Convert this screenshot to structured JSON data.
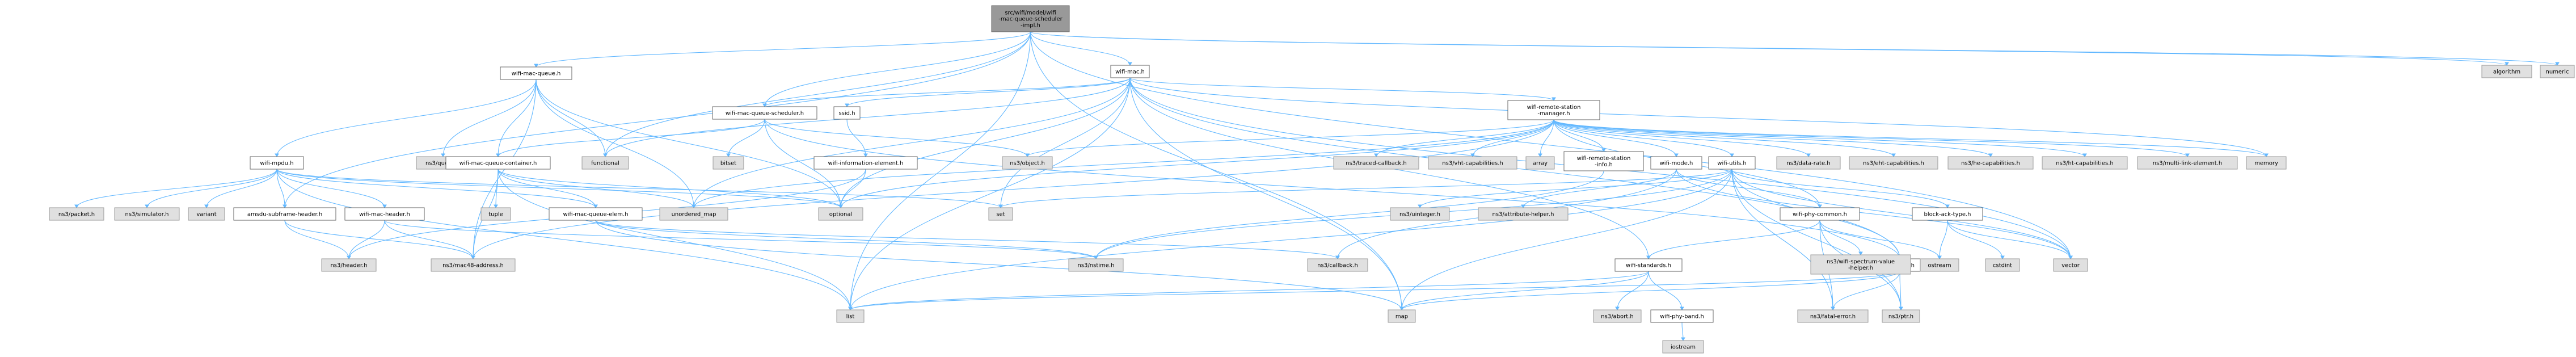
{
  "nodes": [
    {
      "id": "root",
      "lines": [
        "src/wifi/model/wifi",
        "-mac-queue-scheduler",
        "-impl.h"
      ],
      "kind": "root"
    },
    {
      "id": "wifi-mac",
      "lines": [
        "wifi-mac.h"
      ],
      "kind": "local"
    },
    {
      "id": "wifi-mac-queue",
      "lines": [
        "wifi-mac-queue.h"
      ],
      "kind": "local"
    },
    {
      "id": "wifi-mac-queue-scheduler",
      "lines": [
        "wifi-mac-queue-scheduler.h"
      ],
      "kind": "local"
    },
    {
      "id": "ssid",
      "lines": [
        "ssid.h"
      ],
      "kind": "local"
    },
    {
      "id": "wifi-remote-station-manager",
      "lines": [
        "wifi-remote-station",
        "-manager.h"
      ],
      "kind": "local"
    },
    {
      "id": "algorithm",
      "lines": [
        "algorithm"
      ],
      "kind": "external"
    },
    {
      "id": "numeric",
      "lines": [
        "numeric"
      ],
      "kind": "external"
    },
    {
      "id": "wifi-mpdu",
      "lines": [
        "wifi-mpdu.h"
      ],
      "kind": "local"
    },
    {
      "id": "ns3-queue",
      "lines": [
        "ns3/queue.h"
      ],
      "kind": "external"
    },
    {
      "id": "wifi-mac-queue-container",
      "lines": [
        "wifi-mac-queue-container.h"
      ],
      "kind": "local"
    },
    {
      "id": "functional",
      "lines": [
        "functional"
      ],
      "kind": "external"
    },
    {
      "id": "bitset",
      "lines": [
        "bitset"
      ],
      "kind": "external"
    },
    {
      "id": "wifi-information-element",
      "lines": [
        "wifi-information-element.h"
      ],
      "kind": "local"
    },
    {
      "id": "ns3-object",
      "lines": [
        "ns3/object.h"
      ],
      "kind": "external"
    },
    {
      "id": "ns3-traced-callback",
      "lines": [
        "ns3/traced-callback.h"
      ],
      "kind": "external"
    },
    {
      "id": "ns3-vht-capabilities",
      "lines": [
        "ns3/vht-capabilities.h"
      ],
      "kind": "external"
    },
    {
      "id": "array",
      "lines": [
        "array"
      ],
      "kind": "external"
    },
    {
      "id": "wifi-remote-station-info",
      "lines": [
        "wifi-remote-station",
        "-info.h"
      ],
      "kind": "local"
    },
    {
      "id": "wifi-mode",
      "lines": [
        "wifi-mode.h"
      ],
      "kind": "local"
    },
    {
      "id": "wifi-utils",
      "lines": [
        "wifi-utils.h"
      ],
      "kind": "local"
    },
    {
      "id": "ns3-data-rate",
      "lines": [
        "ns3/data-rate.h"
      ],
      "kind": "external"
    },
    {
      "id": "ns3-eht-capabilities",
      "lines": [
        "ns3/eht-capabilities.h"
      ],
      "kind": "external"
    },
    {
      "id": "ns3-he-capabilities",
      "lines": [
        "ns3/he-capabilities.h"
      ],
      "kind": "external"
    },
    {
      "id": "ns3-ht-capabilities",
      "lines": [
        "ns3/ht-capabilities.h"
      ],
      "kind": "external"
    },
    {
      "id": "ns3-multi-link-element",
      "lines": [
        "ns3/multi-link-element.h"
      ],
      "kind": "external"
    },
    {
      "id": "memory",
      "lines": [
        "memory"
      ],
      "kind": "external"
    },
    {
      "id": "ns3-packet",
      "lines": [
        "ns3/packet.h"
      ],
      "kind": "external"
    },
    {
      "id": "ns3-simulator",
      "lines": [
        "ns3/simulator.h"
      ],
      "kind": "external"
    },
    {
      "id": "variant",
      "lines": [
        "variant"
      ],
      "kind": "external"
    },
    {
      "id": "amsdu-subframe-header",
      "lines": [
        "amsdu-subframe-header.h"
      ],
      "kind": "local"
    },
    {
      "id": "wifi-mac-header",
      "lines": [
        "wifi-mac-header.h"
      ],
      "kind": "local"
    },
    {
      "id": "tuple",
      "lines": [
        "tuple"
      ],
      "kind": "external"
    },
    {
      "id": "wifi-mac-queue-elem",
      "lines": [
        "wifi-mac-queue-elem.h"
      ],
      "kind": "local"
    },
    {
      "id": "unordered_map",
      "lines": [
        "unordered_map"
      ],
      "kind": "external"
    },
    {
      "id": "optional",
      "lines": [
        "optional"
      ],
      "kind": "external"
    },
    {
      "id": "set",
      "lines": [
        "set"
      ],
      "kind": "external"
    },
    {
      "id": "ns3-uinteger",
      "lines": [
        "ns3/uinteger.h"
      ],
      "kind": "external"
    },
    {
      "id": "ns3-attribute-helper",
      "lines": [
        "ns3/attribute-helper.h"
      ],
      "kind": "external"
    },
    {
      "id": "wifi-phy-common",
      "lines": [
        "wifi-phy-common.h"
      ],
      "kind": "local"
    },
    {
      "id": "block-ack-type",
      "lines": [
        "block-ack-type.h"
      ],
      "kind": "local"
    },
    {
      "id": "ns3-header",
      "lines": [
        "ns3/header.h"
      ],
      "kind": "external"
    },
    {
      "id": "ns3-mac48-address",
      "lines": [
        "ns3/mac48-address.h"
      ],
      "kind": "external"
    },
    {
      "id": "ns3-nstime",
      "lines": [
        "ns3/nstime.h"
      ],
      "kind": "external"
    },
    {
      "id": "ns3-callback",
      "lines": [
        "ns3/callback.h"
      ],
      "kind": "external"
    },
    {
      "id": "wifi-standards",
      "lines": [
        "wifi-standards.h"
      ],
      "kind": "local"
    },
    {
      "id": "qos-utils",
      "lines": [
        "qos-utils.h"
      ],
      "kind": "local"
    },
    {
      "id": "ns3-wifi-spectrum-value-helper",
      "lines": [
        "ns3/wifi-spectrum-value",
        "-helper.h"
      ],
      "kind": "external"
    },
    {
      "id": "ostream",
      "lines": [
        "ostream"
      ],
      "kind": "external"
    },
    {
      "id": "cstdint",
      "lines": [
        "cstdint"
      ],
      "kind": "external"
    },
    {
      "id": "vector",
      "lines": [
        "vector"
      ],
      "kind": "external"
    },
    {
      "id": "list",
      "lines": [
        "list"
      ],
      "kind": "external"
    },
    {
      "id": "map",
      "lines": [
        "map"
      ],
      "kind": "external"
    },
    {
      "id": "ns3-abort",
      "lines": [
        "ns3/abort.h"
      ],
      "kind": "external"
    },
    {
      "id": "wifi-phy-band",
      "lines": [
        "wifi-phy-band.h"
      ],
      "kind": "local"
    },
    {
      "id": "ns3-fatal-error",
      "lines": [
        "ns3/fatal-error.h"
      ],
      "kind": "external"
    },
    {
      "id": "ns3-ptr",
      "lines": [
        "ns3/ptr.h"
      ],
      "kind": "external"
    },
    {
      "id": "iostream",
      "lines": [
        "iostream"
      ],
      "kind": "external"
    }
  ],
  "edges": [
    [
      "root",
      "wifi-mac"
    ],
    [
      "root",
      "wifi-mac-queue"
    ],
    [
      "root",
      "wifi-mac-queue-scheduler"
    ],
    [
      "root",
      "functional"
    ],
    [
      "root",
      "algorithm"
    ],
    [
      "root",
      "numeric"
    ],
    [
      "root",
      "vector"
    ],
    [
      "root",
      "list"
    ],
    [
      "root",
      "map"
    ],
    [
      "root",
      "amsdu-subframe-header"
    ],
    [
      "wifi-mac",
      "wifi-mac-queue-scheduler"
    ],
    [
      "wifi-mac",
      "ssid"
    ],
    [
      "wifi-mac",
      "wifi-remote-station-manager"
    ],
    [
      "wifi-mac",
      "functional"
    ],
    [
      "wifi-mac",
      "unordered_map"
    ],
    [
      "wifi-mac",
      "optional"
    ],
    [
      "wifi-mac",
      "set"
    ],
    [
      "wifi-mac",
      "list"
    ],
    [
      "wifi-mac",
      "map"
    ],
    [
      "wifi-mac",
      "vector"
    ],
    [
      "wifi-mac",
      "memory"
    ],
    [
      "wifi-mac",
      "wifi-standards"
    ],
    [
      "wifi-mac",
      "qos-utils"
    ],
    [
      "wifi-mac-queue",
      "wifi-mpdu"
    ],
    [
      "wifi-mac-queue",
      "ns3-queue"
    ],
    [
      "wifi-mac-queue",
      "wifi-mac-queue-container"
    ],
    [
      "wifi-mac-queue",
      "functional"
    ],
    [
      "wifi-mac-queue",
      "unordered_map"
    ],
    [
      "wifi-mac-queue",
      "optional"
    ],
    [
      "wifi-mac-queue",
      "ns3-mac48-address"
    ],
    [
      "wifi-mac-queue-scheduler",
      "wifi-mac-queue-container"
    ],
    [
      "wifi-mac-queue-scheduler",
      "bitset"
    ],
    [
      "wifi-mac-queue-scheduler",
      "ns3-object"
    ],
    [
      "wifi-mac-queue-scheduler",
      "optional"
    ],
    [
      "wifi-mac-queue-scheduler",
      "qos-utils"
    ],
    [
      "ssid",
      "wifi-information-element"
    ],
    [
      "wifi-information-element",
      "ns3-header"
    ],
    [
      "wifi-information-element",
      "optional"
    ],
    [
      "wifi-remote-station-manager",
      "ns3-object"
    ],
    [
      "wifi-remote-station-manager",
      "ns3-traced-callback"
    ],
    [
      "wifi-remote-station-manager",
      "ns3-vht-capabilities"
    ],
    [
      "wifi-remote-station-manager",
      "array"
    ],
    [
      "wifi-remote-station-manager",
      "wifi-remote-station-info"
    ],
    [
      "wifi-remote-station-manager",
      "wifi-mode"
    ],
    [
      "wifi-remote-station-manager",
      "wifi-utils"
    ],
    [
      "wifi-remote-station-manager",
      "ns3-data-rate"
    ],
    [
      "wifi-remote-station-manager",
      "ns3-eht-capabilities"
    ],
    [
      "wifi-remote-station-manager",
      "ns3-he-capabilities"
    ],
    [
      "wifi-remote-station-manager",
      "ns3-ht-capabilities"
    ],
    [
      "wifi-remote-station-manager",
      "ns3-multi-link-element"
    ],
    [
      "wifi-remote-station-manager",
      "memory"
    ],
    [
      "wifi-remote-station-manager",
      "unordered_map"
    ],
    [
      "wifi-remote-station-manager",
      "optional"
    ],
    [
      "wifi-remote-station-manager",
      "ns3-mac48-address"
    ],
    [
      "wifi-remote-station-manager",
      "wifi-phy-common"
    ],
    [
      "wifi-remote-station-info",
      "ns3-nstime"
    ],
    [
      "wifi-mode",
      "ns3-attribute-helper"
    ],
    [
      "wifi-mode",
      "wifi-phy-common"
    ],
    [
      "wifi-mode",
      "ns3-callback"
    ],
    [
      "wifi-mode",
      "vector"
    ],
    [
      "wifi-utils",
      "block-ack-type"
    ],
    [
      "wifi-utils",
      "ns3-uinteger"
    ],
    [
      "wifi-utils",
      "ns3-nstime"
    ],
    [
      "wifi-utils",
      "qos-utils"
    ],
    [
      "wifi-utils",
      "list"
    ],
    [
      "wifi-utils",
      "map"
    ],
    [
      "wifi-utils",
      "set"
    ],
    [
      "wifi-utils",
      "ns3-fatal-error"
    ],
    [
      "wifi-utils",
      "ns3-ptr"
    ],
    [
      "wifi-utils",
      "vector"
    ],
    [
      "wifi-mpdu",
      "ns3-packet"
    ],
    [
      "wifi-mpdu",
      "ns3-simulator"
    ],
    [
      "wifi-mpdu",
      "variant"
    ],
    [
      "wifi-mpdu",
      "amsdu-subframe-header"
    ],
    [
      "wifi-mpdu",
      "wifi-mac-header"
    ],
    [
      "wifi-mpdu",
      "wifi-mac-queue-elem"
    ],
    [
      "wifi-mpdu",
      "list"
    ],
    [
      "wifi-mpdu",
      "set"
    ],
    [
      "wifi-mpdu",
      "optional"
    ],
    [
      "amsdu-subframe-header",
      "ns3-header"
    ],
    [
      "amsdu-subframe-header",
      "ns3-mac48-address"
    ],
    [
      "wifi-mac-header",
      "ns3-header"
    ],
    [
      "wifi-mac-header",
      "ns3-mac48-address"
    ],
    [
      "wifi-mac-header",
      "ns3-nstime"
    ],
    [
      "wifi-mac-queue-container",
      "tuple"
    ],
    [
      "wifi-mac-queue-container",
      "unordered_map"
    ],
    [
      "wifi-mac-queue-container",
      "wifi-mac-queue-elem"
    ],
    [
      "wifi-mac-queue-container",
      "ns3-mac48-address"
    ],
    [
      "wifi-mac-queue-container",
      "list"
    ],
    [
      "wifi-mac-queue-container",
      "optional"
    ],
    [
      "wifi-mac-queue-elem",
      "ns3-callback"
    ],
    [
      "wifi-mac-queue-elem",
      "ns3-nstime"
    ],
    [
      "wifi-mac-queue-elem",
      "map"
    ],
    [
      "wifi-phy-common",
      "wifi-standards"
    ],
    [
      "wifi-phy-common",
      "ns3-wifi-spectrum-value-helper"
    ],
    [
      "wifi-phy-common",
      "ostream"
    ],
    [
      "wifi-phy-common",
      "ns3-fatal-error"
    ],
    [
      "wifi-phy-common",
      "ns3-ptr"
    ],
    [
      "block-ack-type",
      "ostream"
    ],
    [
      "block-ack-type",
      "cstdint"
    ],
    [
      "block-ack-type",
      "vector"
    ],
    [
      "wifi-standards",
      "map"
    ],
    [
      "wifi-standards",
      "list"
    ],
    [
      "wifi-standards",
      "ns3-abort"
    ],
    [
      "wifi-standards",
      "wifi-phy-band"
    ],
    [
      "wifi-phy-band",
      "iostream"
    ],
    [
      "qos-utils",
      "ns3-fatal-error"
    ],
    [
      "qos-utils",
      "ns3-ptr"
    ],
    [
      "qos-utils",
      "map"
    ],
    [
      "qos-utils",
      "list"
    ]
  ]
}
